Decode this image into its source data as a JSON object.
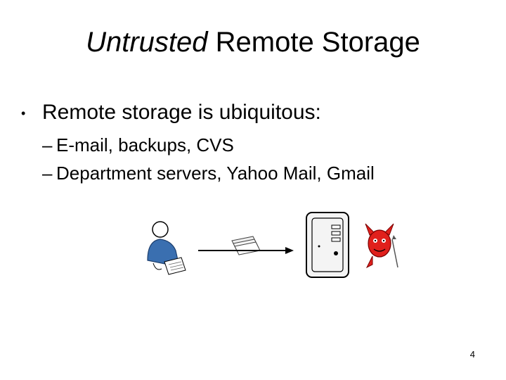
{
  "slide": {
    "title_italic": "Untrusted",
    "title_rest": " Remote Storage",
    "bullet_marker": "•",
    "bullet_text": "Remote storage is ubiquitous:",
    "subbullet_marker": "–",
    "subbullets": [
      "E-mail, backups, CVS",
      "Department servers, Yahoo Mail, Gmail"
    ],
    "page_number": "4"
  },
  "illustration": {
    "icons": [
      "user-at-desk-icon",
      "documents-stack-icon",
      "arrow-right-icon",
      "server-tower-icon",
      "devil-icon"
    ],
    "colors": {
      "user_shirt": "#3a6fb0",
      "devil_red": "#e0201c",
      "outline": "#000000"
    }
  }
}
